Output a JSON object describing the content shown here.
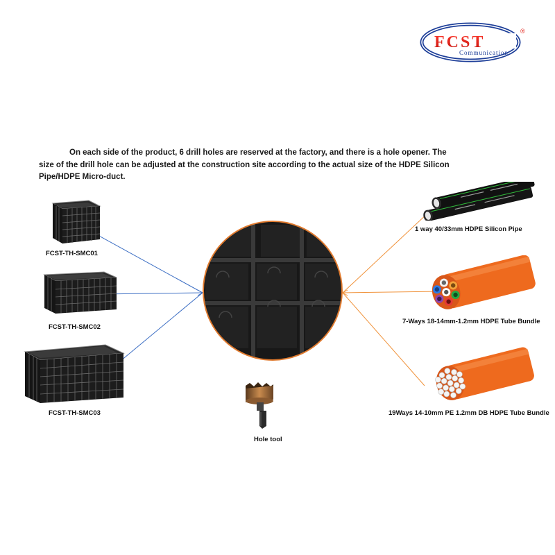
{
  "logo": {
    "text": "FCST",
    "subtext": "Communication",
    "registered": "®",
    "color_red": "#e2231a",
    "color_blue": "#1e3f99"
  },
  "description": "On each side of the product, 6 drill holes are reserved at the factory, and there is a hole opener. The size of the drill hole can be adjusted at the construction site according to the actual size of the HDPE Silicon Pipe/HDPE Micro-duct.",
  "products_left": [
    {
      "label": "FCST-TH-SMC01"
    },
    {
      "label": "FCST-TH-SMC02"
    },
    {
      "label": "FCST-TH-SMC03"
    }
  ],
  "center": {
    "label": "Hole tool"
  },
  "products_right": [
    {
      "label": "1 way 40/33mm HDPE Silicon Pipe"
    },
    {
      "label": "7-Ways 18-14mm-1.2mm HDPE Tube Bundle"
    },
    {
      "label": "19Ways 14-10mm PE 1.2mm DB HDPE Tube Bundle"
    }
  ],
  "colors": {
    "left_connector": "#3d6fc4",
    "right_connector": "#f0923a",
    "circle_border": "#e07a2e",
    "duct_orange": "#ee6a1e",
    "box_black": "#1c1c1c"
  },
  "icons": [
    "fcst-logo",
    "cable-box-smc01",
    "cable-box-smc02",
    "cable-box-smc03",
    "drilled-panel-closeup",
    "hole-saw",
    "hdpe-silicon-pipe",
    "tube-bundle-7way",
    "tube-bundle-19way"
  ]
}
